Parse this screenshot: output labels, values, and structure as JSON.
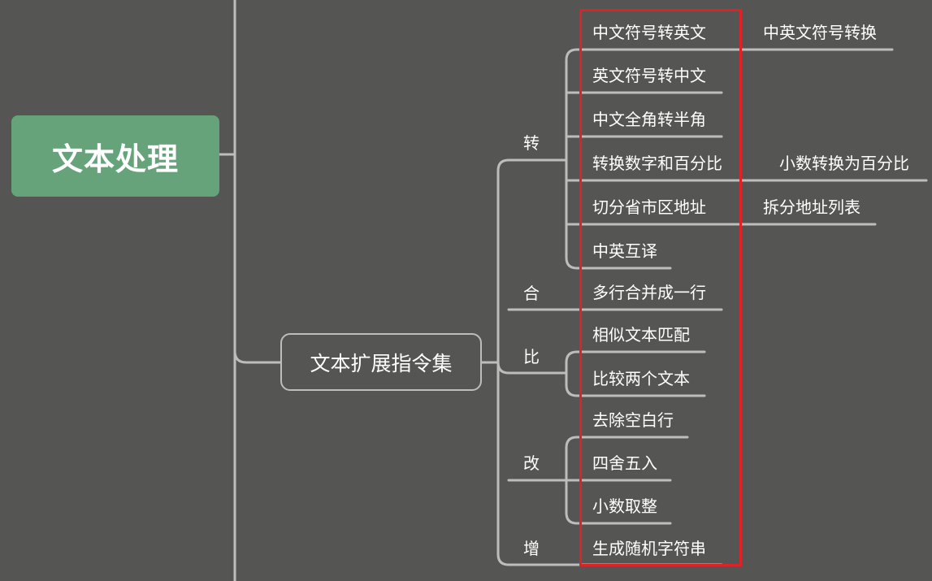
{
  "root": {
    "label": "文本处理"
  },
  "main": {
    "label": "文本扩展指令集"
  },
  "categories": [
    {
      "label": "转"
    },
    {
      "label": "合"
    },
    {
      "label": "比"
    },
    {
      "label": "改"
    },
    {
      "label": "增"
    }
  ],
  "items": [
    {
      "label": "中文符号转英文"
    },
    {
      "label": "英文符号转中文"
    },
    {
      "label": "中文全角转半角"
    },
    {
      "label": "转换数字和百分比"
    },
    {
      "label": "切分省市区地址"
    },
    {
      "label": "中英互译"
    },
    {
      "label": "多行合并成一行"
    },
    {
      "label": "相似文本匹配"
    },
    {
      "label": "比较两个文本"
    },
    {
      "label": "去除空白行"
    },
    {
      "label": "四舍五入"
    },
    {
      "label": "小数取整"
    },
    {
      "label": "生成随机字符串"
    }
  ],
  "sub_items": [
    {
      "label": "中英文符号转换"
    },
    {
      "label": "小数转换为百分比"
    },
    {
      "label": "拆分地址列表"
    }
  ],
  "colors": {
    "background": "#555653",
    "root_fill": "#66a37b",
    "connector": "#bdbdbd",
    "highlight": "#e02126",
    "text": "#ffffff"
  }
}
